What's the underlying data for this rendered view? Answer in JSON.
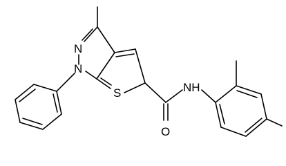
{
  "molecule": {
    "atoms": {
      "n2": "N",
      "n1": "N",
      "s": "S",
      "nh": "NH",
      "o": "O"
    }
  }
}
